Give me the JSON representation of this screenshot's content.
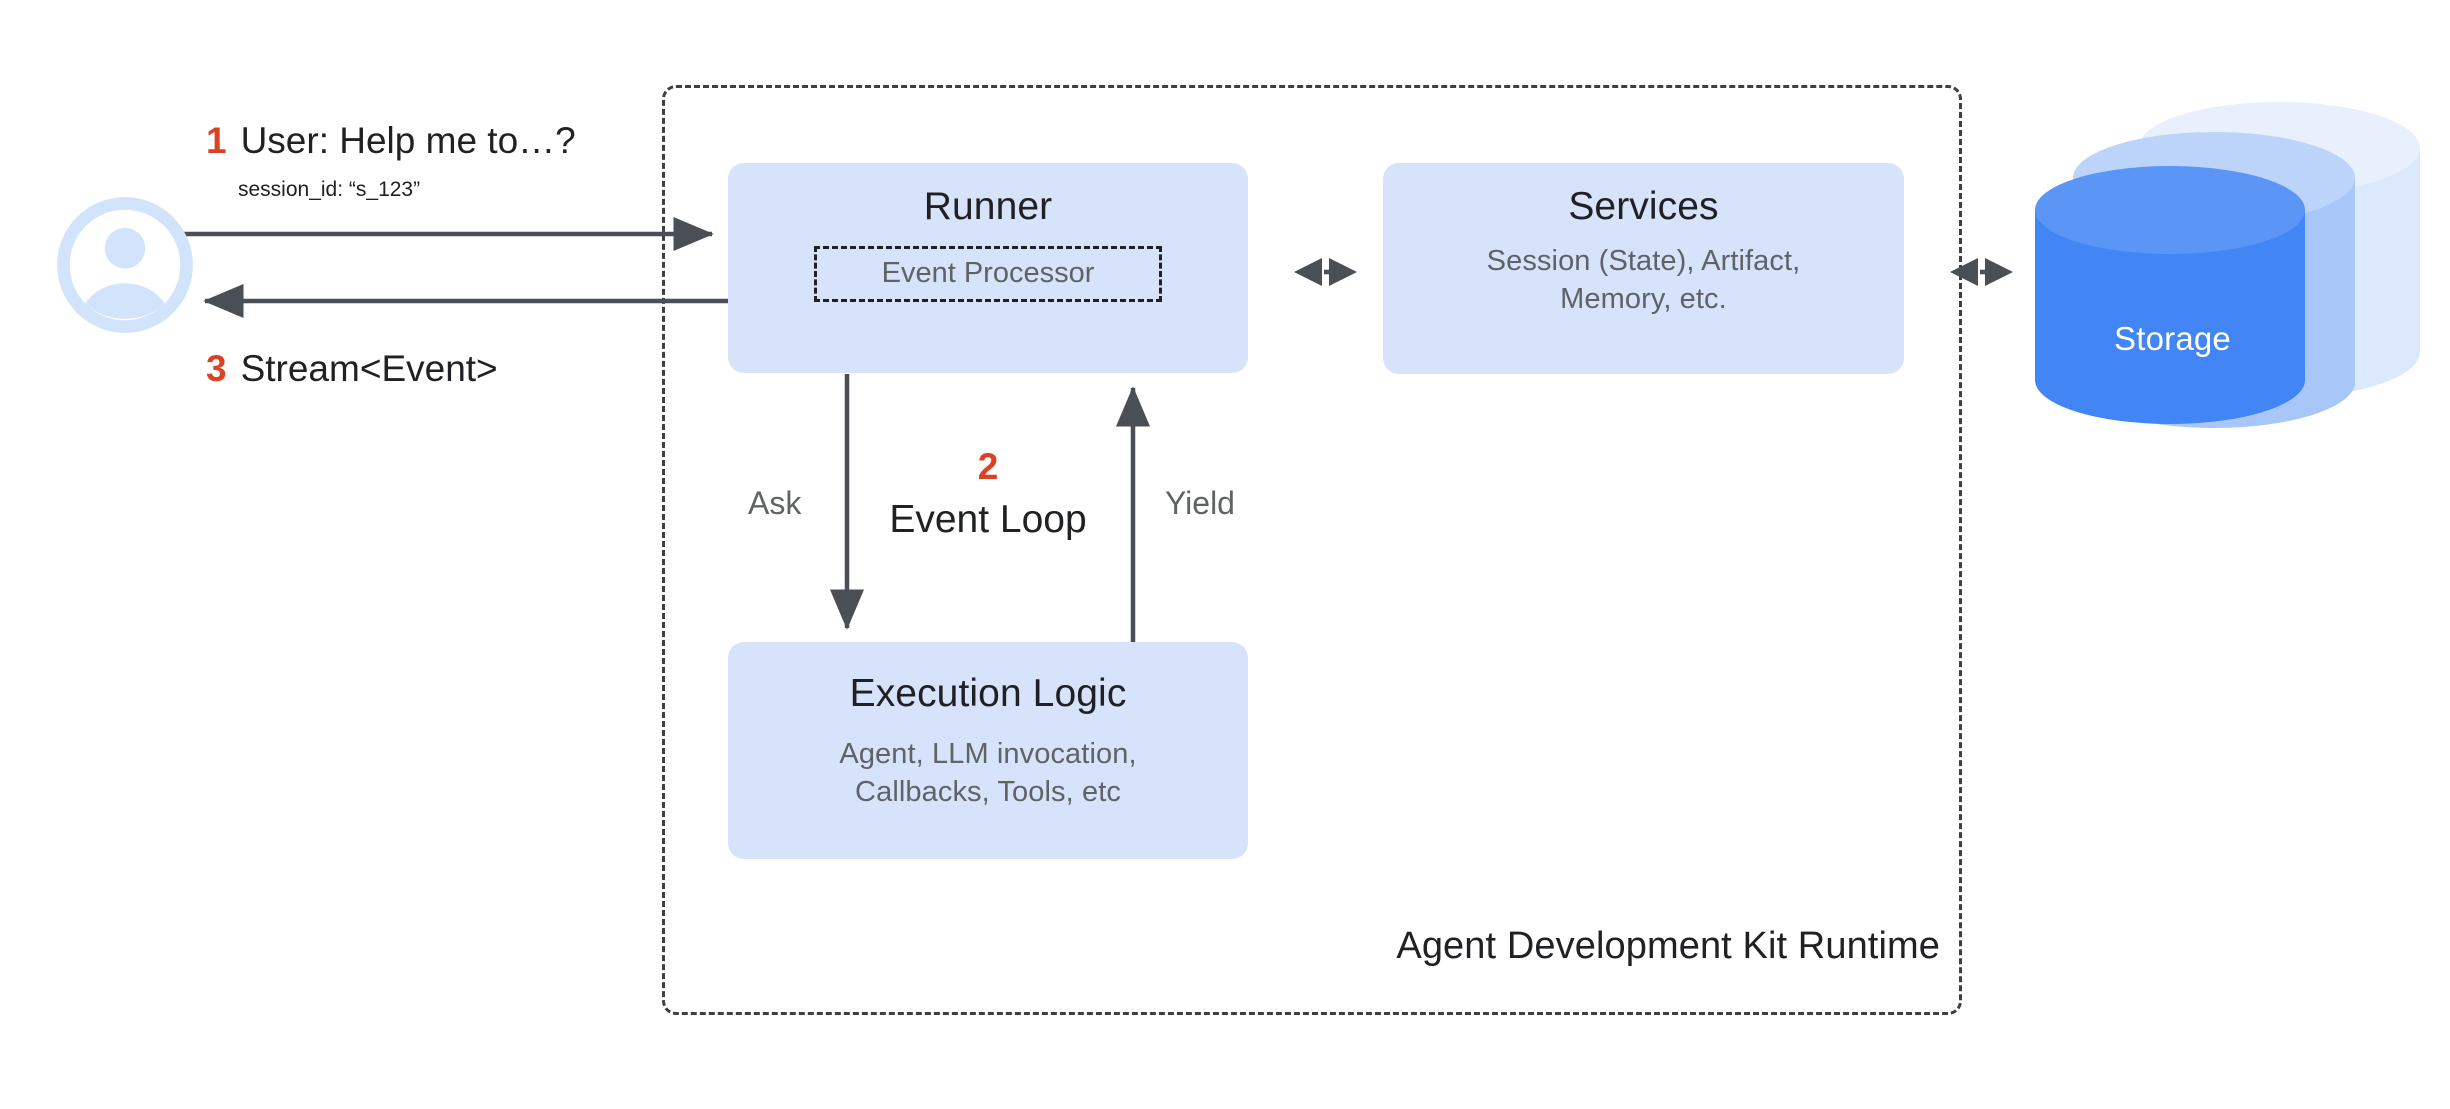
{
  "diagram": {
    "title": "Agent Development Kit Runtime",
    "colors": {
      "node_fill": "#d7e3fb",
      "accent_red": "#db4123",
      "storage_front": "#4285f4",
      "storage_mid": "#a3c2f7",
      "storage_back": "#dce8fc",
      "line": "#4a4f55",
      "text_primary": "#202124",
      "text_muted": "#5f6368"
    }
  },
  "user": {
    "icon": "user-avatar-icon",
    "message_step": "1",
    "message": "User: Help me to…?",
    "message_meta": "session_id: “s_123”",
    "response_step": "3",
    "response": "Stream<Event>"
  },
  "nodes": {
    "runner": {
      "title": "Runner",
      "chip": "Event Processor"
    },
    "services": {
      "title": "Services",
      "subtitle": "Session (State), Artifact,\nMemory, etc."
    },
    "execution": {
      "title": "Execution Logic",
      "subtitle": "Agent, LLM invocation,\nCallbacks, Tools, etc"
    },
    "storage": {
      "label": "Storage"
    }
  },
  "loop": {
    "step": "2",
    "label": "Event Loop",
    "ask": "Ask",
    "yield": "Yield"
  },
  "runtime": {
    "label": "Agent Development Kit Runtime"
  }
}
